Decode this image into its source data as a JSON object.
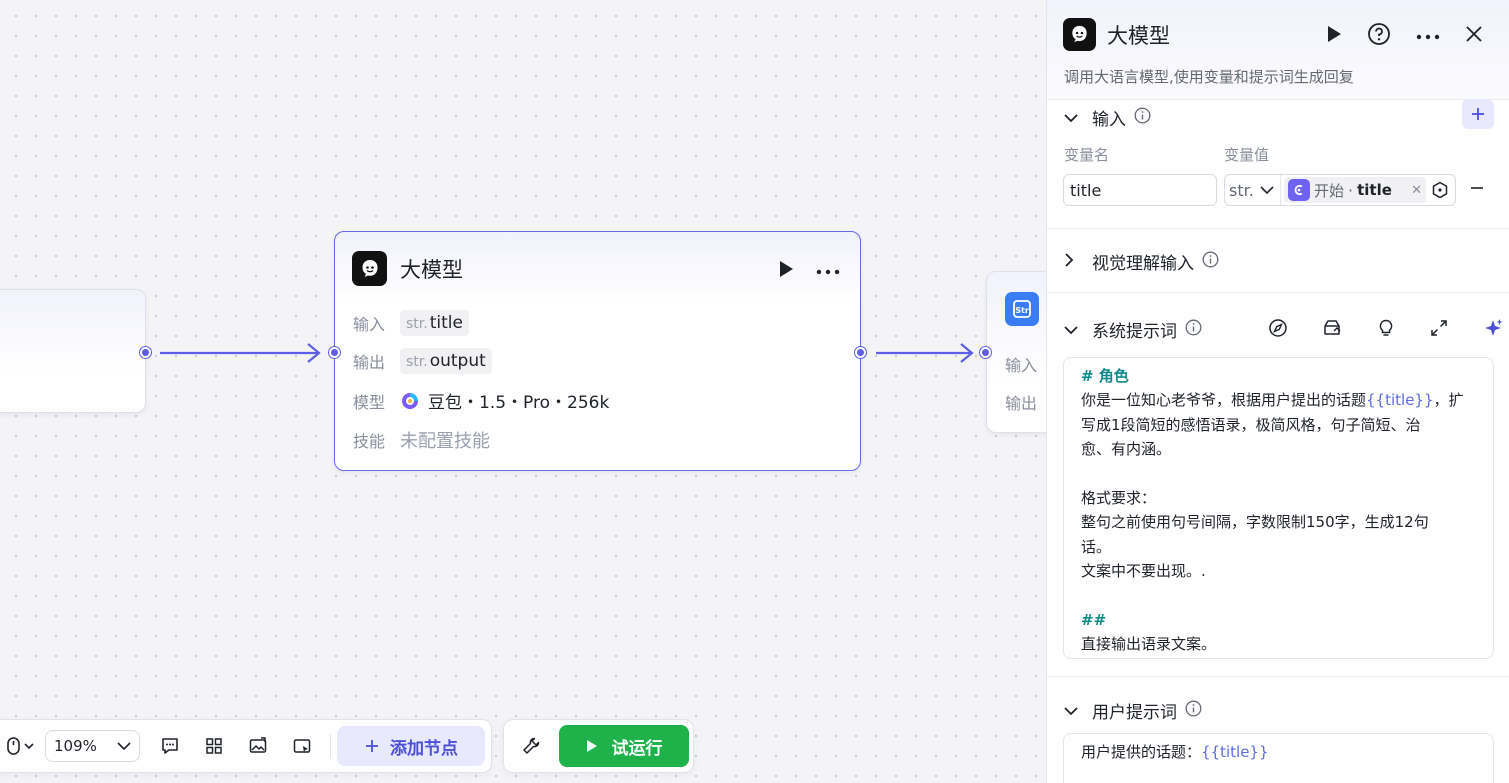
{
  "canvas": {
    "main_node": {
      "title": "大模型",
      "input_label": "输入",
      "input_type": "str.",
      "input_value": "title",
      "output_label": "输出",
      "output_type": "str.",
      "output_value": "output",
      "model_label": "模型",
      "model_value": "豆包・1.5・Pro・256k",
      "skill_label": "技能",
      "skill_value": "未配置技能"
    },
    "right_node": {
      "input_label": "输入",
      "output_label": "输出"
    },
    "toolbar": {
      "zoom": "109%",
      "add_node_label": "添加节点",
      "run_label": "试运行"
    }
  },
  "panel": {
    "title": "大模型",
    "description": "调用大语言模型,使用变量和提示词生成回复",
    "input_section": {
      "title": "输入",
      "col_name": "变量名",
      "col_value": "变量值",
      "var_name": "title",
      "var_type": "str.",
      "ref_source": "开始",
      "ref_sep": "·",
      "ref_field": "title"
    },
    "vision_section": {
      "title": "视觉理解输入"
    },
    "system_section": {
      "title": "系统提示词",
      "lines": {
        "l1": "# 角色",
        "l2a": "你是一位知心老爷爷，根据用户提出的话题",
        "l2var": "{{title}}",
        "l2b": "，扩",
        "l3": "写成1段简短的感悟语录，极简风格，句子简短、治",
        "l4": "愈、有内涵。",
        "l5": "格式要求：",
        "l6": "整句之前使用句号间隔，字数限制150字，生成12句",
        "l7": "话。",
        "l8": "文案中不要出现。.",
        "l9": "##",
        "l10": "直接输出语录文案。"
      }
    },
    "user_section": {
      "title": "用户提示词",
      "text": "用户提供的话题：",
      "var": "{{title}}"
    }
  },
  "colors": {
    "accent": "#5d5fe6",
    "run_green": "#1fb14a",
    "heading_teal": "#0d8a8a",
    "variable_blue": "#5d6bde"
  }
}
